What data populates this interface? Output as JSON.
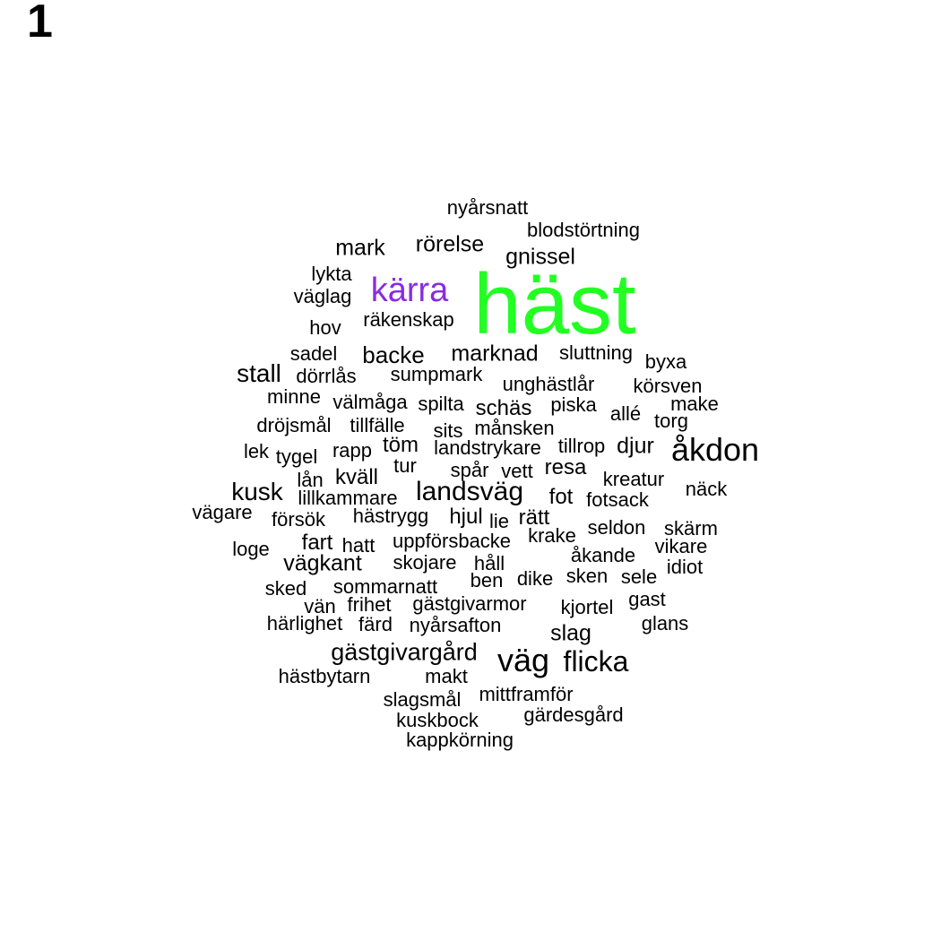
{
  "panel_label": "1",
  "colors": {
    "default": "#000000",
    "highlight_green": "#22ff22",
    "highlight_purple": "#8a2be2"
  },
  "words": [
    {
      "text": "häst",
      "color": "highlight_green"
    },
    {
      "text": "kärra",
      "color": "highlight_purple"
    },
    {
      "text": "åkdon"
    },
    {
      "text": "väg"
    },
    {
      "text": "flicka"
    },
    {
      "text": "landsväg"
    },
    {
      "text": "gästgivargård"
    },
    {
      "text": "kusk"
    },
    {
      "text": "stall"
    },
    {
      "text": "backe"
    },
    {
      "text": "marknad"
    },
    {
      "text": "rörelse"
    },
    {
      "text": "mark"
    },
    {
      "text": "gnissel"
    },
    {
      "text": "djur"
    },
    {
      "text": "schäs"
    },
    {
      "text": "töm"
    },
    {
      "text": "kväll"
    },
    {
      "text": "fart"
    },
    {
      "text": "fot"
    },
    {
      "text": "resa"
    },
    {
      "text": "nyårsnatt"
    },
    {
      "text": "blodstörtning"
    },
    {
      "text": "lykta"
    },
    {
      "text": "väglag"
    },
    {
      "text": "räkenskap"
    },
    {
      "text": "hov"
    },
    {
      "text": "sadel"
    },
    {
      "text": "sluttning"
    },
    {
      "text": "byxa"
    },
    {
      "text": "dörrlås"
    },
    {
      "text": "sumpmark"
    },
    {
      "text": "unghästlår"
    },
    {
      "text": "körsven"
    },
    {
      "text": "minne"
    },
    {
      "text": "välmåga"
    },
    {
      "text": "spilta"
    },
    {
      "text": "piska"
    },
    {
      "text": "make"
    },
    {
      "text": "allé"
    },
    {
      "text": "torg"
    },
    {
      "text": "dröjsmål"
    },
    {
      "text": "tillfälle"
    },
    {
      "text": "sits"
    },
    {
      "text": "månsken"
    },
    {
      "text": "lek"
    },
    {
      "text": "tygel"
    },
    {
      "text": "rapp"
    },
    {
      "text": "landstrykare"
    },
    {
      "text": "tillrop"
    },
    {
      "text": "tur"
    },
    {
      "text": "spår"
    },
    {
      "text": "vett"
    },
    {
      "text": "kreatur"
    },
    {
      "text": "lån"
    },
    {
      "text": "lillkammare"
    },
    {
      "text": "näck"
    },
    {
      "text": "fotsack"
    },
    {
      "text": "vägare"
    },
    {
      "text": "försök"
    },
    {
      "text": "hästrygg"
    },
    {
      "text": "hjul"
    },
    {
      "text": "lie"
    },
    {
      "text": "rätt"
    },
    {
      "text": "seldon"
    },
    {
      "text": "skärm"
    },
    {
      "text": "loge"
    },
    {
      "text": "hatt"
    },
    {
      "text": "uppförsbacke"
    },
    {
      "text": "krake"
    },
    {
      "text": "vikare"
    },
    {
      "text": "vägkant"
    },
    {
      "text": "skojare"
    },
    {
      "text": "håll"
    },
    {
      "text": "åkande"
    },
    {
      "text": "idiot"
    },
    {
      "text": "ben"
    },
    {
      "text": "dike"
    },
    {
      "text": "sken"
    },
    {
      "text": "sele"
    },
    {
      "text": "sked"
    },
    {
      "text": "sommarnatt"
    },
    {
      "text": "gast"
    },
    {
      "text": "vän"
    },
    {
      "text": "frihet"
    },
    {
      "text": "gästgivarmor"
    },
    {
      "text": "kjortel"
    },
    {
      "text": "härlighet"
    },
    {
      "text": "färd"
    },
    {
      "text": "nyårsafton"
    },
    {
      "text": "glans"
    },
    {
      "text": "slag"
    },
    {
      "text": "hästbytarn"
    },
    {
      "text": "makt"
    },
    {
      "text": "slagsmål"
    },
    {
      "text": "mittframför"
    },
    {
      "text": "kuskbock"
    },
    {
      "text": "gärdesgård"
    },
    {
      "text": "kappkörning"
    }
  ]
}
